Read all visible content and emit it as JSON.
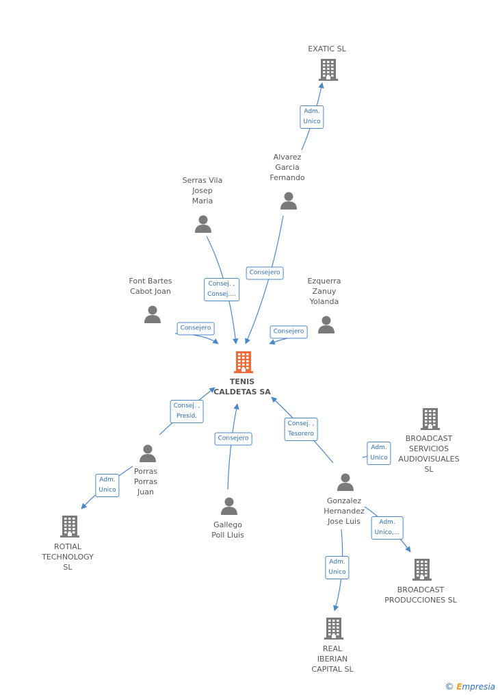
{
  "colors": {
    "edge": "#4a86c8",
    "person": "#7a7a7a",
    "company": "#7a7a7a",
    "main_company": "#ef6c3a"
  },
  "nodes": [
    {
      "id": "tenis",
      "type": "company-main",
      "label": "TENIS\nCALDETAS SA"
    },
    {
      "id": "exatic",
      "type": "company",
      "label": "EXATIC SL"
    },
    {
      "id": "alvarez",
      "type": "person",
      "label": "Alvarez\nGarcia\nFernando"
    },
    {
      "id": "serras",
      "type": "person",
      "label": "Serras Vila\nJosep\nMaria"
    },
    {
      "id": "font",
      "type": "person",
      "label": "Font Bartes\nCabot Joan"
    },
    {
      "id": "ezquerra",
      "type": "person",
      "label": "Ezquerra\nZanuy\nYolanda"
    },
    {
      "id": "porras",
      "type": "person",
      "label": "Porras\nPorras\nJuan"
    },
    {
      "id": "gallego",
      "type": "person",
      "label": "Gallego\nPoll Lluis"
    },
    {
      "id": "gonzalez",
      "type": "person",
      "label": "Gonzalez\nHernandez\nJose Luis"
    },
    {
      "id": "broadcast_serv",
      "type": "company",
      "label": "BROADCAST\nSERVICIOS\nAUDIOVISUALES SL"
    },
    {
      "id": "broadcast_prod",
      "type": "company",
      "label": "BROADCAST\nPRODUCCIONES SL"
    },
    {
      "id": "rotial",
      "type": "company",
      "label": "ROTIAL\nTECHNOLOGY\nSL"
    },
    {
      "id": "real",
      "type": "company",
      "label": "REAL\nIBERIAN\nCAPITAL  SL"
    }
  ],
  "edges": [
    {
      "from": "alvarez",
      "to": "exatic",
      "label": "Adm.\nUnico"
    },
    {
      "from": "serras",
      "to": "tenis",
      "label": "Consej. ,\nConsej...."
    },
    {
      "from": "alvarez",
      "to": "tenis",
      "label": "Consejero"
    },
    {
      "from": "font",
      "to": "tenis",
      "label": "Consejero"
    },
    {
      "from": "ezquerra",
      "to": "tenis",
      "label": "Consejero"
    },
    {
      "from": "porras",
      "to": "tenis",
      "label": "Consej. ,\nPresid."
    },
    {
      "from": "gallego",
      "to": "tenis",
      "label": "Consejero"
    },
    {
      "from": "gonzalez",
      "to": "tenis",
      "label": "Consej. ,\nTesorero"
    },
    {
      "from": "porras",
      "to": "rotial",
      "label": "Adm.\nUnico"
    },
    {
      "from": "gonzalez",
      "to": "broadcast_serv",
      "label": "Adm.\nUnico"
    },
    {
      "from": "gonzalez",
      "to": "broadcast_prod",
      "label": "Adm.\nUnico,..."
    },
    {
      "from": "gonzalez",
      "to": "real",
      "label": "Adm.\nUnico"
    }
  ],
  "footer": {
    "copyright": "©",
    "brand_first": "E",
    "brand_rest": "mpresia"
  }
}
